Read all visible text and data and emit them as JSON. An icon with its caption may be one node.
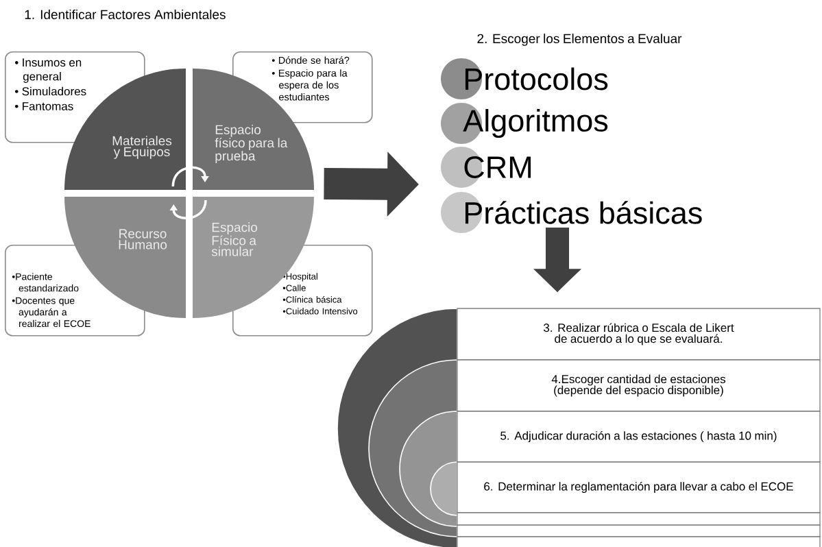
{
  "diagram": {
    "nodes": [
      {
        "text": [
          "• Insumos en general",
          "• Simuladores",
          "• Fantomas"
        ]
      },
      {
        "text": [
          "• Dónde se hará?",
          "• Espacio para la espera de los estudiantes"
        ]
      },
      {
        "text": [
          "•Paciente estandarizado",
          "•Docentes que ayudarán a realizar el ECOE"
        ]
      },
      {
        "text": [
          "•Hospital",
          "•Calle",
          "•Clínica básica",
          "•Cuidado Intensivo"
        ]
      },
      {
        "text": [
          "Materiales y Equipos"
        ]
      },
      {
        "text": [
          "Espacio físico para la prueba"
        ]
      },
      {
        "text": [
          "Recurso Humano"
        ]
      },
      {
        "text": [
          "Espacio Físico a simular"
        ]
      },
      {
        "text": [
          "Protocolos"
        ]
      },
      {
        "text": [
          "Algoritmos"
        ]
      },
      {
        "text": [
          "CRM"
        ]
      },
      {
        "text": [
          "Prácticas básicas"
        ]
      },
      {
        "text": [
          "3. Realizar rúbrica o Escala de Likert de acuerdo a lo que se evaluará."
        ]
      },
      {
        "text": [
          "4.Escoger cantidad de estaciones (depende del espacio disponible)"
        ]
      },
      {
        "text": [
          "5. Adjudicar duración a las estaciones ( hasta 10 min)"
        ]
      },
      {
        "text": [
          "6. Determinar la reglamentación para llevar a cabo el ECOE"
        ]
      },
      {
        "text": [],
        "shape": "box"
      },
      {
        "text": [],
        "shape": "box"
      },
      {
        "text": [],
        "shape": "box"
      }
    ],
    "edges": [
      {
        "from": 5,
        "to": 10,
        "arrow": "to",
        "style": "thick"
      },
      {
        "from": 11,
        "to": 12,
        "arrow": "to",
        "style": "thick"
      },
      {
        "from": 4,
        "to": 5,
        "arrow": "to",
        "color": "#ffffff"
      },
      {
        "from": 7,
        "to": 6,
        "arrow": "to",
        "color": "#ffffff"
      }
    ],
    "labels": [
      "1. Identificar Factores Ambientales",
      "2. Escoger los Elementos a Evaluar"
    ]
  }
}
